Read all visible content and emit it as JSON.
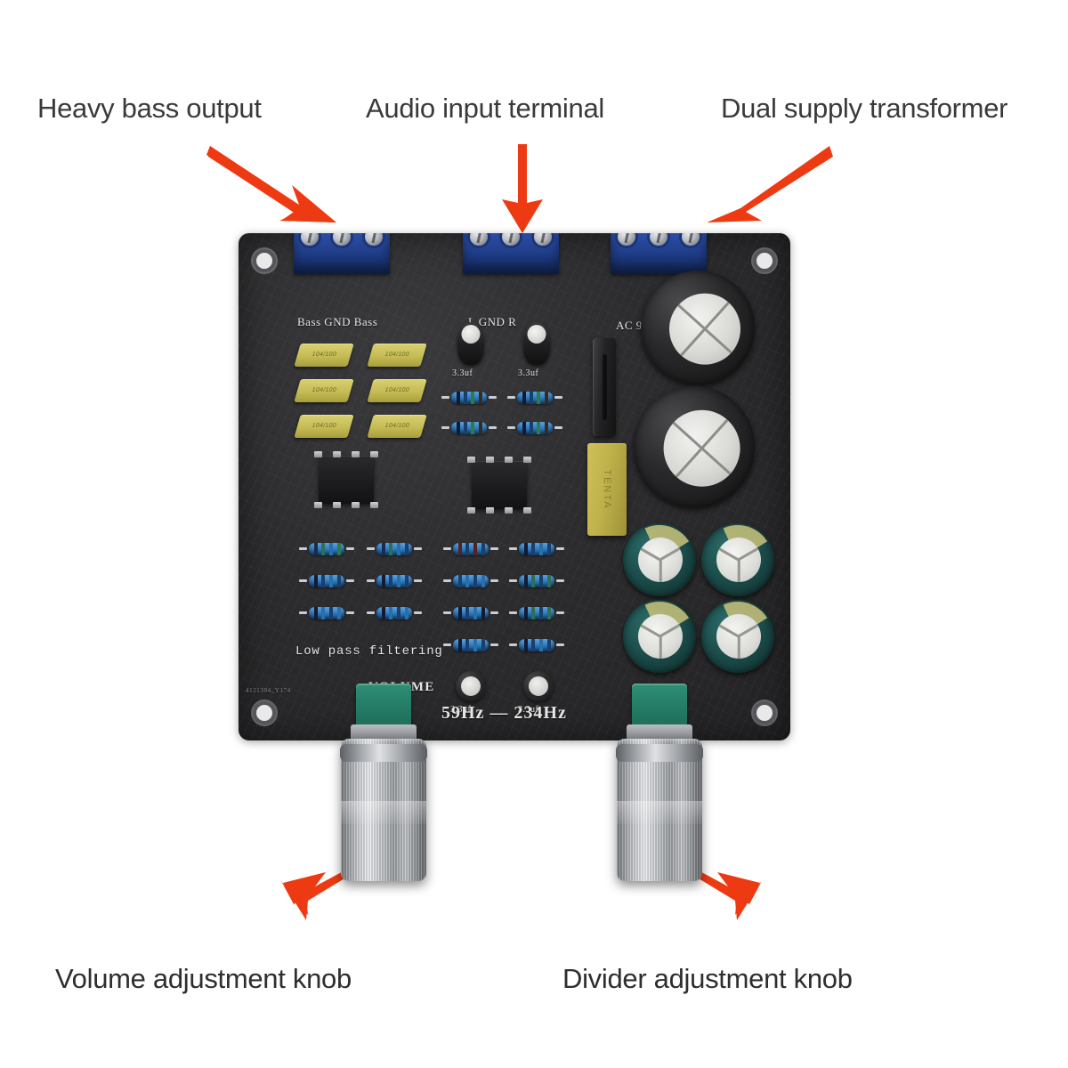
{
  "page": {
    "background_color": "#ffffff",
    "arrow_color": "#ee3a12",
    "label_color": "#3a3a3a",
    "board_color": "#2c2c2e"
  },
  "callouts": [
    {
      "id": "heavy-bass-output",
      "label": "Heavy bass output",
      "arrow": "down-right"
    },
    {
      "id": "audio-input-terminal",
      "label": "Audio input terminal",
      "arrow": "down"
    },
    {
      "id": "dual-supply-transformer",
      "label": "Dual supply transformer",
      "arrow": "down-left"
    },
    {
      "id": "volume-adjustment-knob",
      "label": "Volume adjustment knob",
      "arrow": "up-right"
    },
    {
      "id": "divider-adjustment-knob",
      "label": "Divider adjustment knob",
      "arrow": "up-left"
    }
  ],
  "board": {
    "part_code": "4121304_Y174",
    "terminals": [
      {
        "name": "bass-output-terminal",
        "pins": [
          "Bass",
          "GND",
          "Bass"
        ],
        "color": "#254a9c"
      },
      {
        "name": "audio-input-terminal",
        "pins": [
          "L",
          "GND",
          "R"
        ],
        "color": "#254a9c"
      },
      {
        "name": "ac-power-terminal",
        "pins": [
          "AC",
          "9",
          ""
        ],
        "color": "#254a9c"
      }
    ],
    "terminal_labels": {
      "bass": "Bass  GND  Bass",
      "audio": "L    GND    R",
      "ac": "AC 9"
    },
    "silkscreen": {
      "low_pass": "Low  pass  filtering",
      "volume": "VOLUME",
      "frequency_range": "59Hz  —  234Hz"
    },
    "capacitor_labels": {
      "film_cap": "104/100",
      "electrolytic_small": "3.3uf",
      "box_cap": "TENTA"
    },
    "film_caps": [
      "104/100",
      "104/100",
      "104/100",
      "104/100",
      "104/100",
      "104/100"
    ],
    "small_caps_top": [
      "3.3uf",
      "3.3uf"
    ],
    "small_caps_bottom": [
      "3.3uf",
      "3.3uf"
    ]
  }
}
